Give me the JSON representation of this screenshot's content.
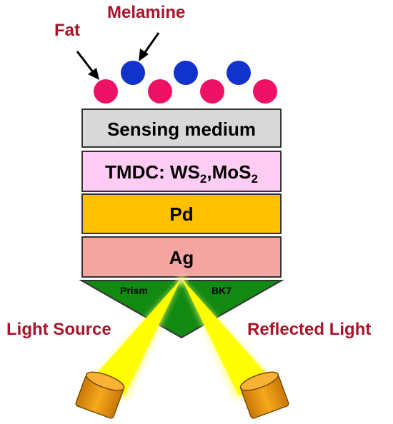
{
  "labels": {
    "fat": "Fat",
    "melamine": "Melamine",
    "light_source": "Light Source",
    "reflected_light": "Reflected Light"
  },
  "layers": {
    "sensing": "Sensing medium",
    "tmdc_prefix": "TMDC: WS",
    "tmdc_sub1": "2",
    "tmdc_mid": ",MoS",
    "tmdc_sub2": "2",
    "pd": "Pd",
    "ag": "Ag"
  },
  "prism": {
    "left_label": "Prism",
    "right_label": "BK7"
  },
  "colors": {
    "fat_particle": "#ee1166",
    "melamine_particle": "#1133cc",
    "sensing_layer": "#d8d8d8",
    "tmdc_layer": "#ffccf4",
    "pd_layer": "#ffc000",
    "ag_layer": "#f4a5a2",
    "prism": "#128a12",
    "light_beam": "#ffff00",
    "lamp": "#e8960a",
    "label_red": "#a8142a"
  }
}
